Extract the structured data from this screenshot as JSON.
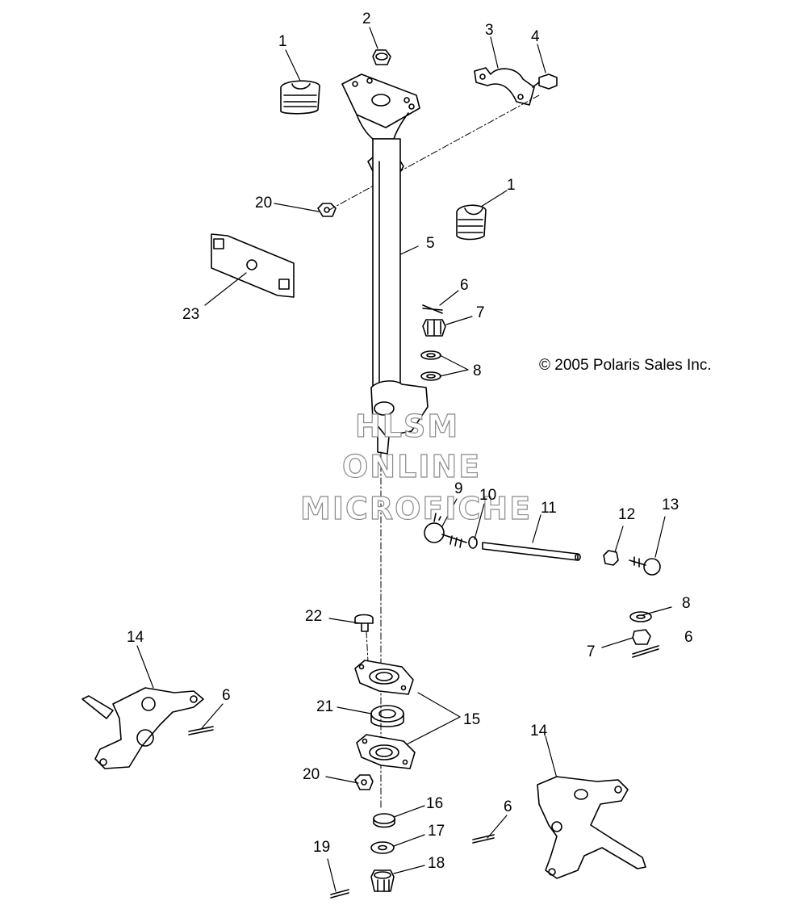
{
  "diagram": {
    "copyright": "© 2005 Polaris Sales Inc.",
    "watermark": [
      "HLSM",
      "ONLINE",
      "MICROFICHE"
    ],
    "callouts": {
      "c1a": "1",
      "c2": "2",
      "c3": "3",
      "c4": "4",
      "c20a": "20",
      "c1b": "1",
      "c5": "5",
      "c23": "23",
      "c6a": "6",
      "c7a": "7",
      "c8a": "8",
      "c9": "9",
      "c10": "10",
      "c11": "11",
      "c12": "12",
      "c13": "13",
      "c22": "22",
      "c8b": "8",
      "c7b": "7",
      "c6b": "6",
      "c14a": "14",
      "c6c": "6",
      "c21": "21",
      "c15": "15",
      "c14b": "14",
      "c20b": "20",
      "c16": "16",
      "c6d": "6",
      "c17": "17",
      "c19": "19",
      "c18": "18"
    }
  }
}
